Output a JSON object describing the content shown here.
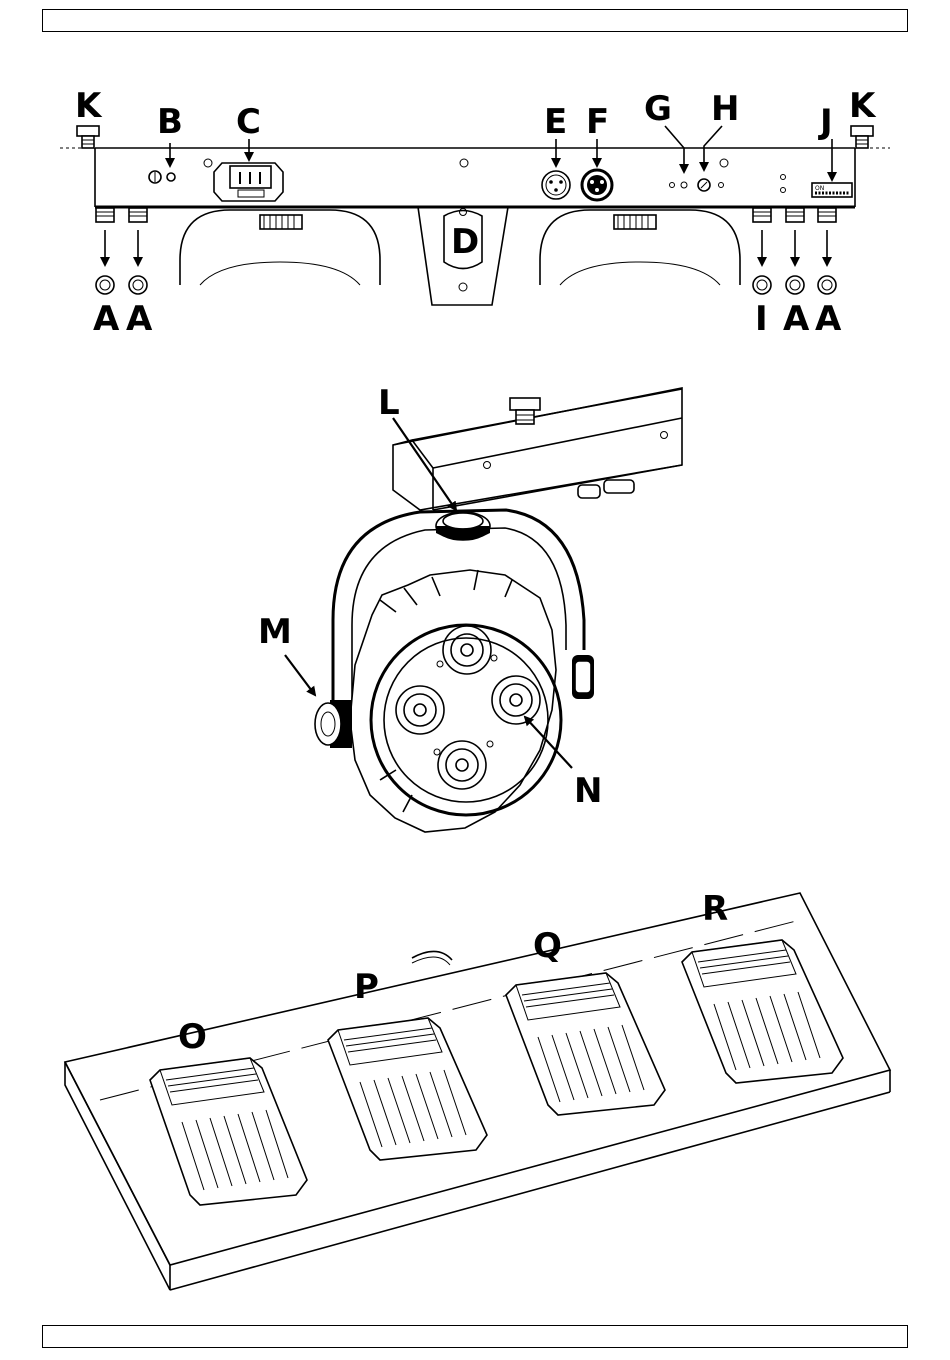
{
  "labels": {
    "top_panel": {
      "k_left": "K",
      "b": "B",
      "c": "C",
      "e": "E",
      "f": "F",
      "g": "G",
      "h": "H",
      "j": "J",
      "k_right": "K",
      "d": "D",
      "bottom_left_1": "A",
      "bottom_left_2": "A",
      "bottom_right_1": "I",
      "bottom_right_2": "A",
      "bottom_right_3": "A"
    },
    "fixture": {
      "l": "L",
      "m": "M",
      "n": "N"
    },
    "footswitch": {
      "o": "O",
      "p": "P",
      "q": "Q",
      "r": "R"
    }
  },
  "dip_switch_text": "ON"
}
